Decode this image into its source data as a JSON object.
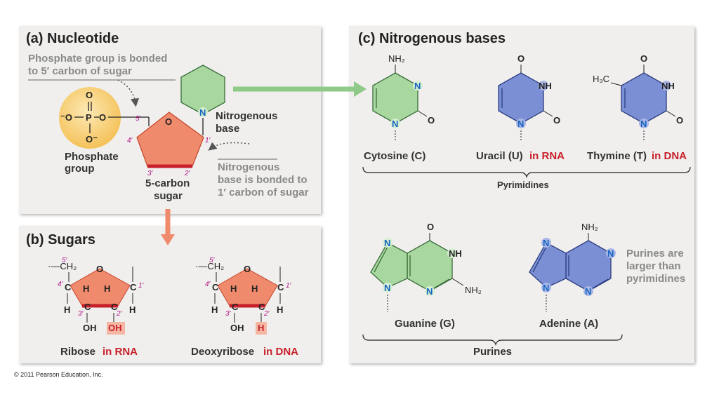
{
  "panel_a": {
    "title": "(a) Nucleotide",
    "note_line1": "Phosphate group is bonded",
    "note_line2": "to 5′ carbon of sugar",
    "phosphate_label_line1": "Phosphate",
    "phosphate_label_line2": "group",
    "sugar_label_line1": "5-carbon",
    "sugar_label_line2": "sugar",
    "base_label_line1": "Nitrogenous",
    "base_label_line2": "base",
    "bond_note_line1": "Nitrogenous",
    "bond_note_line2": "base is bonded to",
    "bond_note_line3": "1′ carbon of sugar",
    "carbon_numbers": [
      "5′",
      "4′",
      "3′",
      "2′",
      "1′"
    ]
  },
  "panel_b": {
    "title": "(b) Sugars",
    "ribose_name": "Ribose",
    "ribose_suffix": "in RNA",
    "ribose_2prime": "OH",
    "deoxyribose_name": "Deoxyribose",
    "deoxyribose_suffix": "in DNA",
    "deoxyribose_2prime": "H"
  },
  "panel_c": {
    "title": "(c) Nitrogenous bases",
    "bases": [
      {
        "name": "Cytosine (C)",
        "suffix": ""
      },
      {
        "name": "Uracil (U)",
        "suffix": "in RNA"
      },
      {
        "name": "Thymine (T)",
        "suffix": "in DNA"
      },
      {
        "name": "Guanine (G)",
        "suffix": ""
      },
      {
        "name": "Adenine (A)",
        "suffix": ""
      }
    ],
    "pyrimidines_label": "Pyrimidines",
    "purines_label": "Purines",
    "purine_note_line1": "Purines are",
    "purine_note_line2": "larger than",
    "purine_note_line3": "pyrimidines"
  },
  "colors": {
    "panel": "#f0efed",
    "pyrimidine_green": "#a8d8a0",
    "ring_blue": "#7b8fd4",
    "sugar_red": "#f08a6c",
    "phosphate_yellow": "#f7cf73",
    "accent_red": "#c8202a",
    "nitrogen_blue": "#1565c0"
  },
  "copyright": "© 2011 Pearson Education, Inc."
}
